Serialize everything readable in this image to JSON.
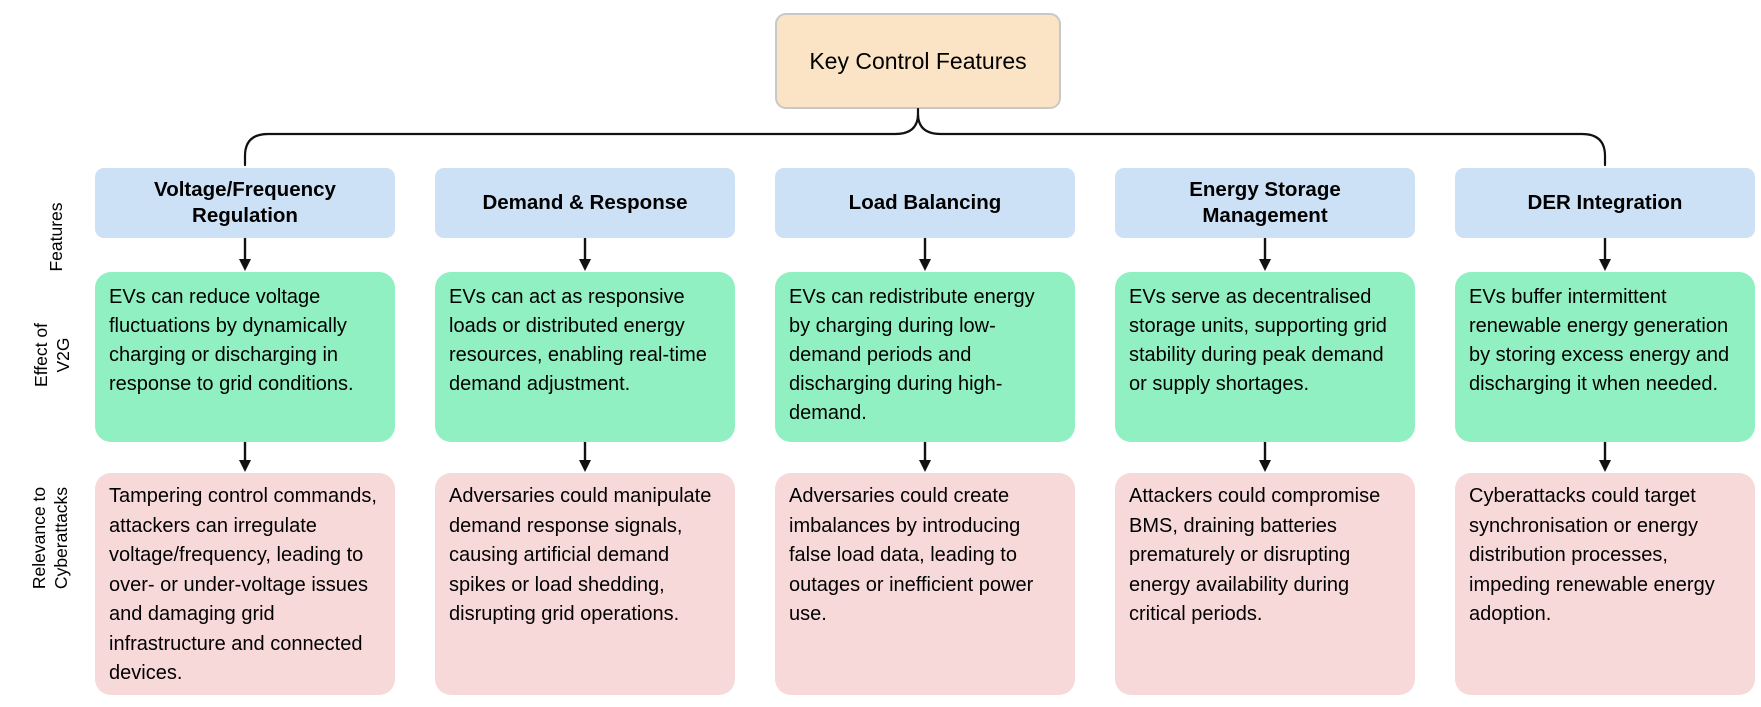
{
  "root": {
    "label": "Key Control Features"
  },
  "row_labels": {
    "features": "Features",
    "effect_of_v2g": "Effect of V2G",
    "relevance_to_cyberattacks": "Relevance to Cyberattacks"
  },
  "columns": [
    {
      "feature": "Voltage/Frequency Regulation",
      "effect_of_v2g": "EVs can reduce voltage fluctuations by dynamically charging or discharging in response to grid conditions.",
      "relevance_to_cyberattacks": "Tampering control commands, attackers can irregulate voltage/frequency, leading to over- or under-voltage issues and damaging grid infrastructure and connected devices."
    },
    {
      "feature": "Demand & Response",
      "effect_of_v2g": "EVs can act as responsive loads or distributed energy resources, enabling real-time demand adjustment.",
      "relevance_to_cyberattacks": "Adversaries could manipulate demand response signals, causing artificial demand spikes or load shedding, disrupting grid operations."
    },
    {
      "feature": "Load Balancing",
      "effect_of_v2g": "EVs can redistribute energy by charging during low-demand periods and discharging during high-demand.",
      "relevance_to_cyberattacks": "Adversaries could create imbalances by introducing false load data, leading to outages or inefficient power use."
    },
    {
      "feature": "Energy Storage Management",
      "effect_of_v2g": "EVs serve as decentralised storage units, supporting grid stability during peak demand or supply shortages.",
      "relevance_to_cyberattacks": "Attackers could compromise BMS, draining batteries prematurely or disrupting energy availability during critical periods."
    },
    {
      "feature": "DER Integration",
      "effect_of_v2g": "EVs buffer intermittent renewable energy generation by storing excess energy and discharging it when needed.",
      "relevance_to_cyberattacks": "Cyberattacks could target synchronisation or energy distribution processes, impeding renewable energy adoption."
    }
  ],
  "colors": {
    "root_fill": "#FBE4C5",
    "root_border": "#C8C8C8",
    "feature_fill": "#CDE1F6",
    "effect_fill": "#90F0C2",
    "risk_fill": "#F8D9DA",
    "line_color": "#111111"
  }
}
